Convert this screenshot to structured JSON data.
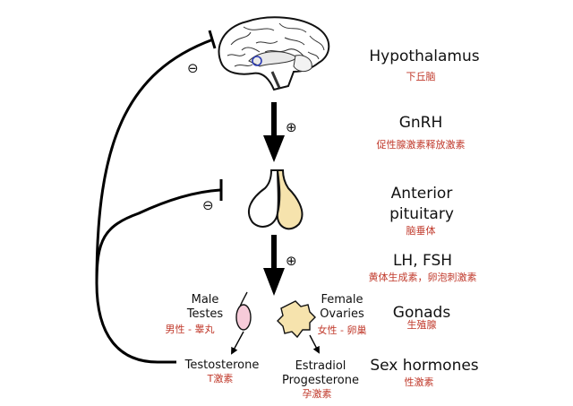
{
  "colors": {
    "english_text": "#111111",
    "chinese_text": "#c0392b",
    "arrow": "#000000",
    "pituitary_posterior": "#f6e3ad",
    "testis": "#f6cbd9",
    "ovary": "#f6e3ad",
    "hypothalamus_marker": "#2b3bb3"
  },
  "icons": {
    "brain": "brain-icon",
    "pituitary": "pituitary-gland-icon",
    "testis": "testis-icon",
    "ovary": "ovary-icon"
  },
  "levels": {
    "hypothalamus": {
      "en": "Hypothalamus",
      "zh": "下丘脑"
    },
    "gnrh": {
      "en": "GnRH",
      "zh": "促性腺激素释放激素"
    },
    "anterior_pituitary": {
      "en_line1": "Anterior",
      "en_line2": "pituitary",
      "zh": "脑垂体"
    },
    "lh_fsh": {
      "en": "LH, FSH",
      "zh": "黄体生成素，卵泡刺激素"
    },
    "gonads": {
      "en": "Gonads",
      "zh": "生殖腺"
    },
    "sex_hormones": {
      "en": "Sex hormones",
      "zh": "性激素"
    }
  },
  "male": {
    "line1": "Male",
    "line2": "Testes",
    "zh": "男性 - 睾丸",
    "hormone": "Testosterone",
    "hormone_zh": "T激素"
  },
  "female": {
    "line1": "Female",
    "line2": "Ovaries",
    "zh": "女性 - 卵巢",
    "hormone_line1": "Estradiol",
    "hormone_line2": "Progesterone",
    "hormone_zh": "孕激素"
  },
  "signs": {
    "stimulate": "⊕",
    "inhibit": "⊖"
  }
}
